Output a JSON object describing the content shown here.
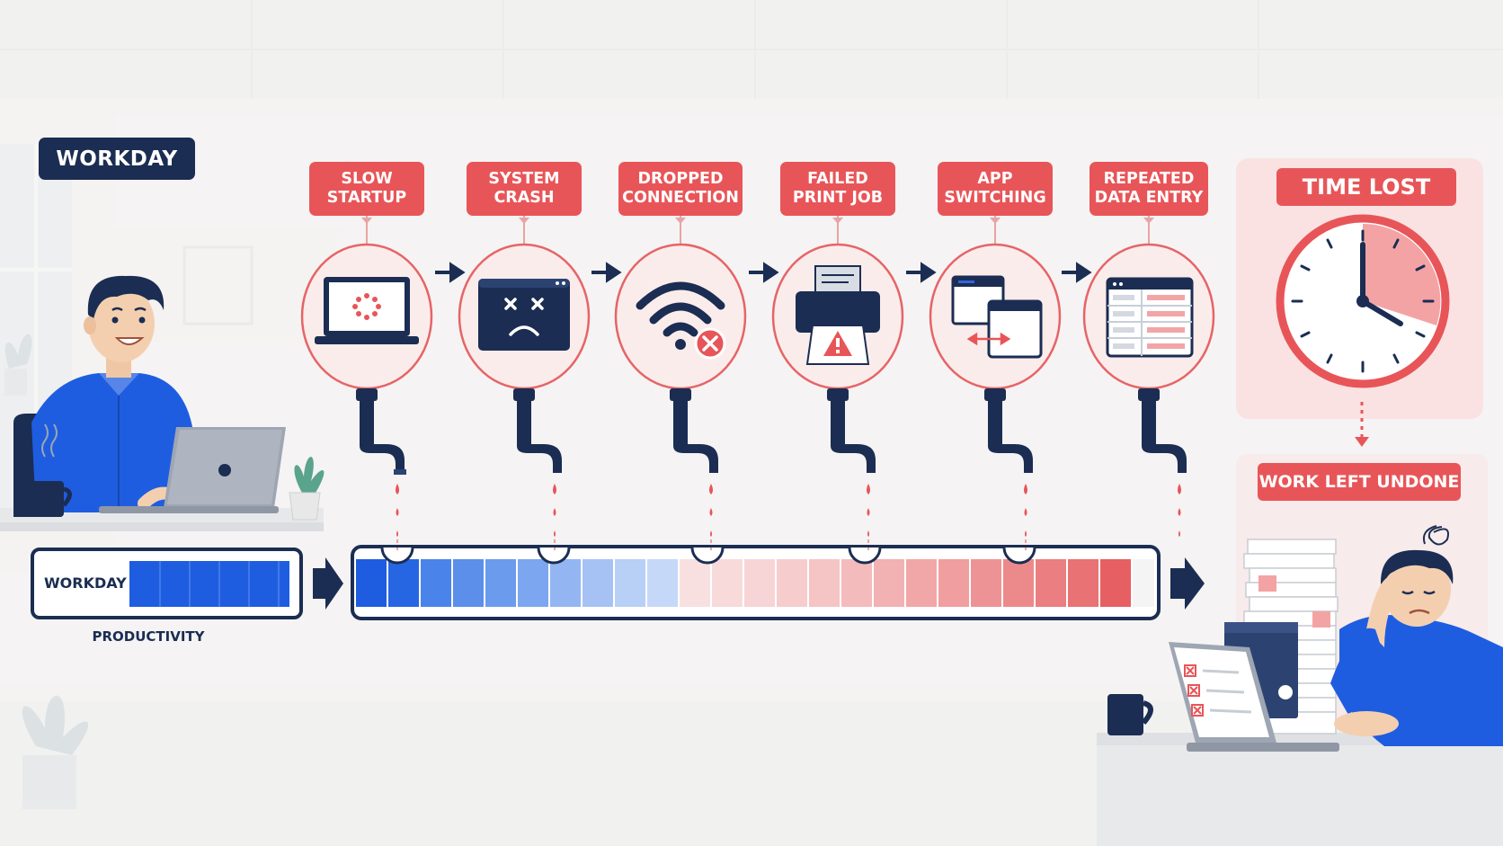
{
  "header": {
    "badge": "WORKDAY"
  },
  "steps": [
    {
      "line1": "SLOW",
      "line2": "STARTUP",
      "icon": "loading-laptop-icon"
    },
    {
      "line1": "SYSTEM",
      "line2": "CRASH",
      "icon": "crashed-monitor-icon"
    },
    {
      "line1": "DROPPED",
      "line2": "CONNECTION",
      "icon": "wifi-error-icon"
    },
    {
      "line1": "FAILED",
      "line2": "PRINT JOB",
      "icon": "printer-warning-icon"
    },
    {
      "line1": "APP",
      "line2": "SWITCHING",
      "icon": "app-windows-icon"
    },
    {
      "line1": "REPEATED",
      "line2": "DATA ENTRY",
      "icon": "data-form-icon"
    }
  ],
  "outcome": {
    "time_lost": "TIME LOST",
    "work_left_undone": "WORK LEFT UNDONE"
  },
  "productivity": {
    "bar_label": "WORKDAY",
    "caption": "PRODUCTIVITY"
  },
  "colors": {
    "navy": "#1b2d52",
    "blue": "#1f5de0",
    "red": "#e85558",
    "light_red": "#f8dada"
  }
}
